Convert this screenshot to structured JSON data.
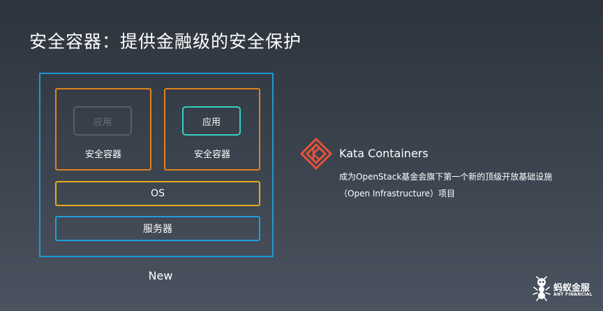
{
  "slide": {
    "title": "安全容器：提供金融级的安全保护"
  },
  "diagram": {
    "containers": [
      {
        "app_label": "应用",
        "label": "安全容器",
        "app_state": "inactive"
      },
      {
        "app_label": "应用",
        "label": "安全容器",
        "app_state": "active"
      }
    ],
    "os_label": "OS",
    "server_label": "服务器",
    "caption": "New"
  },
  "kata": {
    "logo_icon": "kata-containers-logo-icon",
    "title": "Kata Containers",
    "description_line1": "成为OpenStack基金会旗下第一个新的顶级开放基础设施",
    "description_line2": "（Open Infrastructure）项目"
  },
  "brand": {
    "icon": "ant-icon",
    "name": "蚂蚁金服",
    "subtitle": "ANT FINANCIAL"
  },
  "colors": {
    "background": "#363d47",
    "outer_border": "#1e98d6",
    "container_border": "#e1821e",
    "app_inactive_border": "#5a5e63",
    "app_active_border": "#33d0c0",
    "os_border": "#e6ab1e",
    "server_border": "#1e9fe0",
    "kata_logo": "#e5533a"
  }
}
